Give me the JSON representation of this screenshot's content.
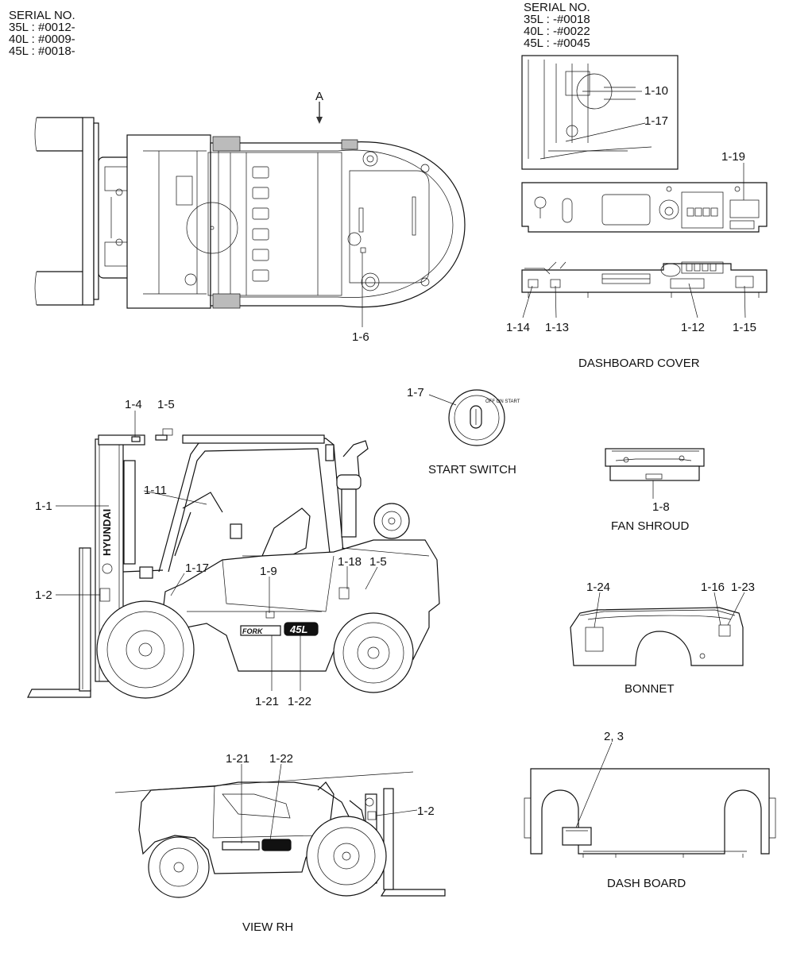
{
  "serial_left": {
    "title": "SERIAL NO.",
    "lines": [
      "35L : #0012-",
      "40L : #0009-",
      "45L : #0018-"
    ]
  },
  "serial_right": {
    "title": "SERIAL NO.",
    "lines": [
      "35L : -#0018",
      "40L : -#0022",
      "45L : -#0045"
    ]
  },
  "view_arrow": "A",
  "labels": {
    "l1_1": "1-1",
    "l1_2a": "1-2",
    "l1_2b": "1-2",
    "l1_4": "1-4",
    "l1_5a": "1-5",
    "l1_5b": "1-5",
    "l1_6": "1-6",
    "l1_7": "1-7",
    "l1_8": "1-8",
    "l1_9": "1-9",
    "l1_10": "1-10",
    "l1_11": "1-11",
    "l1_12": "1-12",
    "l1_13": "1-13",
    "l1_14": "1-14",
    "l1_15": "1-15",
    "l1_16": "1-16",
    "l1_17a": "1-17",
    "l1_17b": "1-17",
    "l1_18": "1-18",
    "l1_19": "1-19",
    "l1_21a": "1-21",
    "l1_21b": "1-21",
    "l1_22a": "1-22",
    "l1_22b": "1-22",
    "l1_23": "1-23",
    "l1_24": "1-24",
    "l2_3": "2, 3"
  },
  "titles": {
    "dashboard_cover": "DASHBOARD COVER",
    "start_switch": "START SWITCH",
    "fan_shroud": "FAN SHROUD",
    "bonnet": "BONNET",
    "dash_board": "DASH BOARD",
    "view_rh": "VIEW RH"
  },
  "decals": {
    "mast_brand": "HYUNDAI",
    "model_badge": "45L",
    "side_badge": "FORK"
  }
}
